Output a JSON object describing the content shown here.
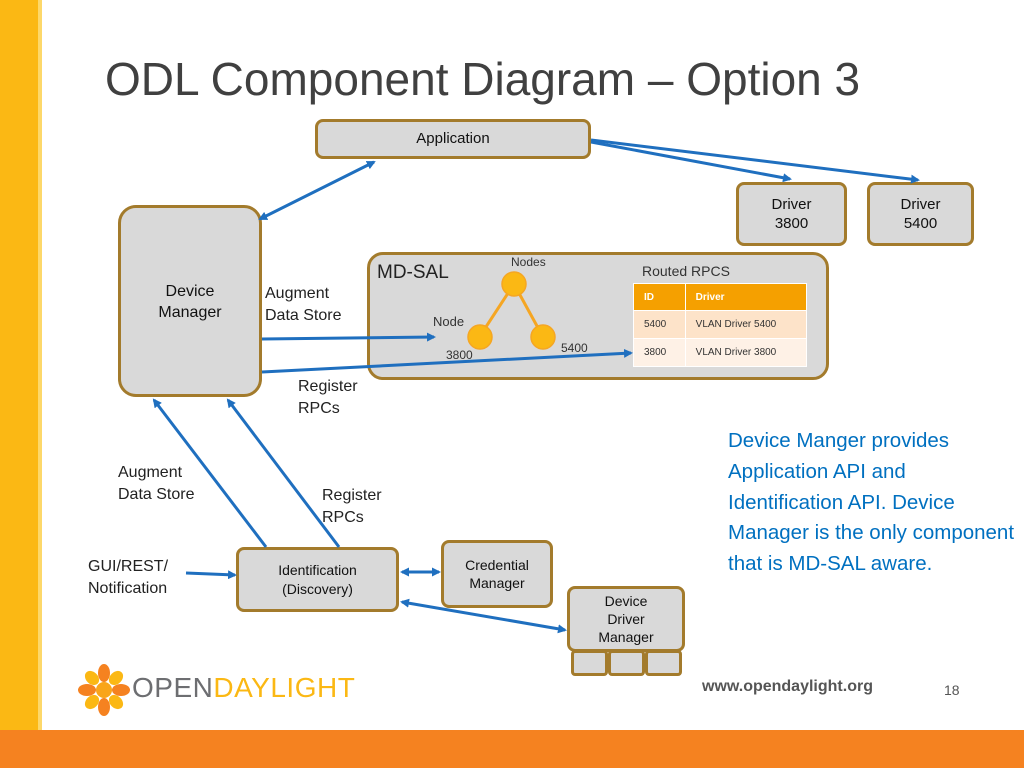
{
  "title": "ODL Component Diagram – Option 3",
  "boxes": {
    "application": "Application",
    "driver_3800": "Driver\n3800",
    "driver_5400": "Driver\n5400",
    "device_manager": "Device\nManager",
    "identification": "Identification\n(Discovery)",
    "credential_manager": "Credential\nManager",
    "device_driver_manager": "Device\nDriver\nManager"
  },
  "md_sal": {
    "title": "MD-SAL",
    "tree": {
      "nodes_label": "Nodes",
      "node_label": "Node",
      "left_value": "3800",
      "right_value": "5400"
    },
    "routed_rpcs": {
      "title": "Routed RPCS",
      "headers": [
        "ID",
        "Driver"
      ],
      "rows": [
        [
          "5400",
          "VLAN Driver 5400"
        ],
        [
          "3800",
          "VLAN Driver 3800"
        ]
      ]
    }
  },
  "labels": {
    "augment_top": "Augment\nData Store",
    "register_top": "Register\nRPCs",
    "augment_bottom": "Augment\nData Store",
    "register_bottom": "Register\nRPCs",
    "gui": "GUI/REST/\nNotification"
  },
  "note": "Device Manger provides Application API and Identification API.  Device Manager is the only component that is MD-SAL aware.",
  "footer": {
    "logo_open": "OPEN",
    "logo_day": "DAYLIGHT",
    "url": "www.opendaylight.org",
    "page": "18"
  },
  "colors": {
    "arrow": "#1f6fbf",
    "box_border": "#a37b2c",
    "box_fill": "#d9d9d9",
    "accent_yellow": "#fbb814",
    "accent_orange": "#f58220",
    "node_fill": "#fbb814",
    "note_text": "#0070c0"
  }
}
